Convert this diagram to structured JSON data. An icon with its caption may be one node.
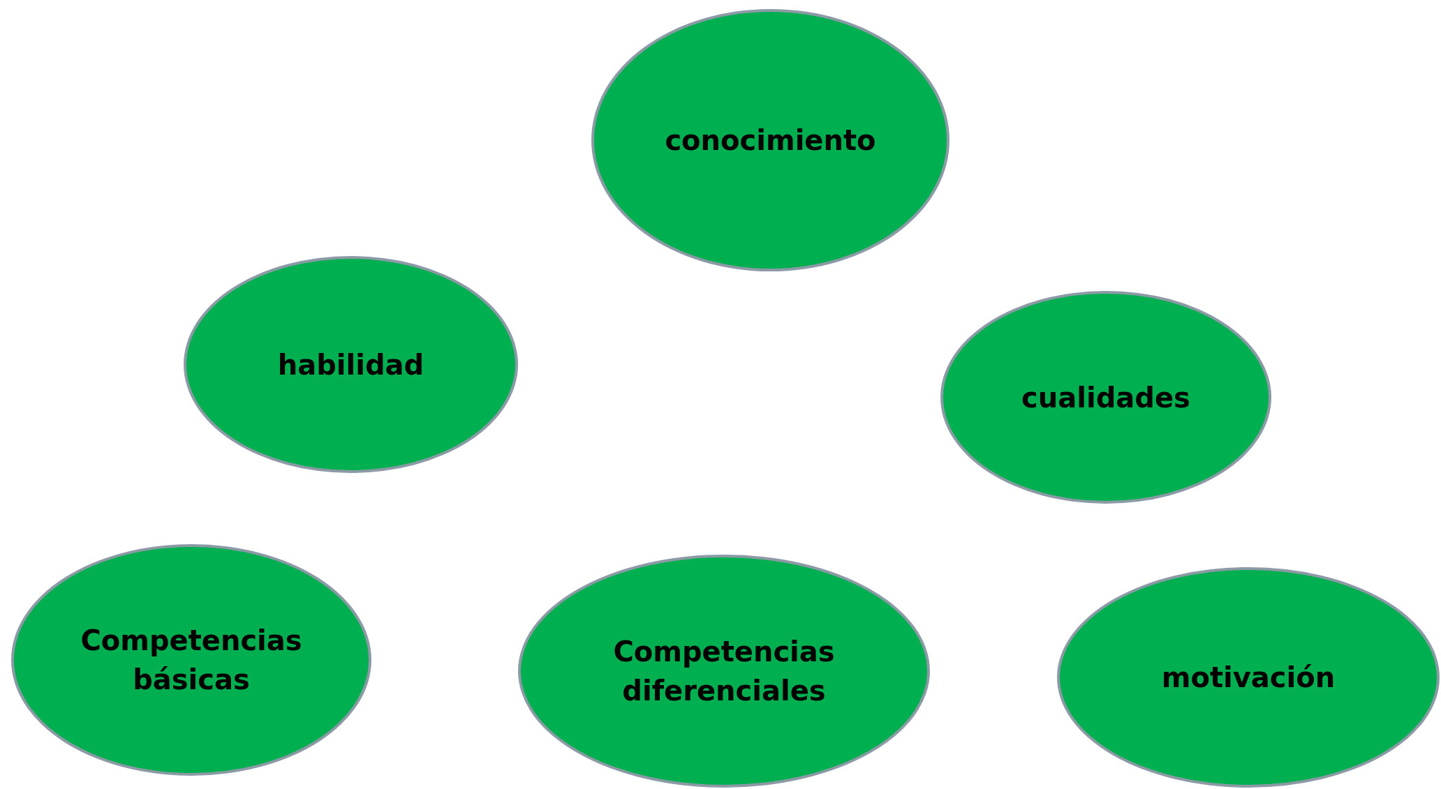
{
  "diagram": {
    "nodes": [
      {
        "text": [
          "conocimiento"
        ]
      },
      {
        "text": [
          "habilidad"
        ]
      },
      {
        "text": [
          "cualidades"
        ]
      },
      {
        "text": [
          "Competencias básicas"
        ]
      },
      {
        "text": [
          "Competencias diferenciales"
        ]
      },
      {
        "text": [
          "motivación"
        ]
      }
    ]
  }
}
